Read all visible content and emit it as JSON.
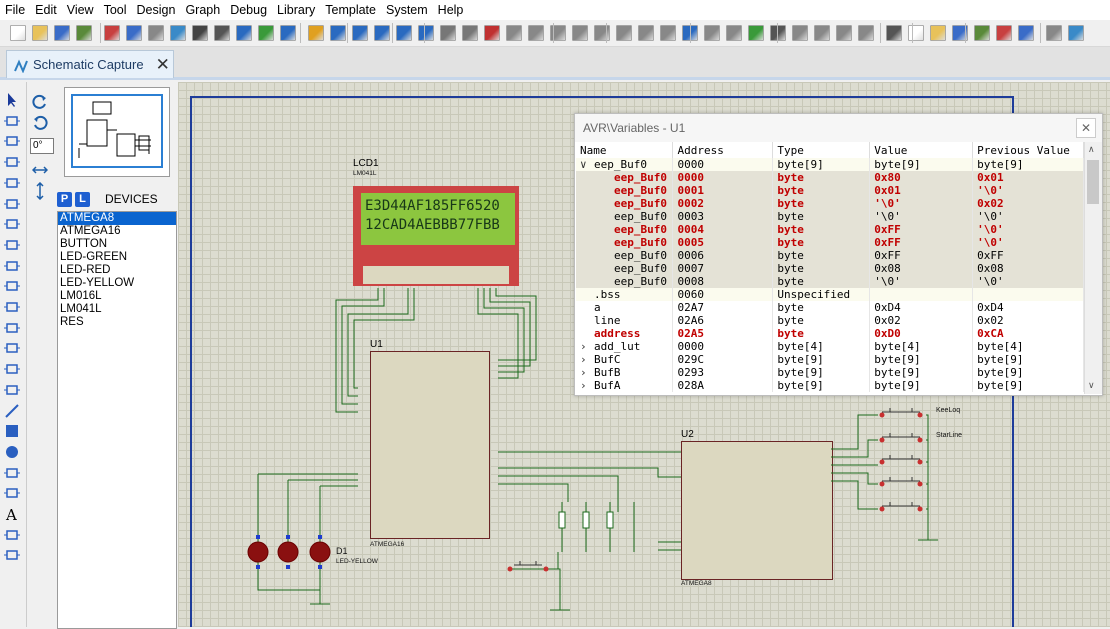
{
  "menu": [
    "File",
    "Edit",
    "View",
    "Tool",
    "Design",
    "Graph",
    "Debug",
    "Library",
    "Template",
    "System",
    "Help"
  ],
  "tab": {
    "label": "Schematic Capture",
    "close": "✕"
  },
  "panel": {
    "angle": "0°",
    "devices_title": "DEVICES",
    "pick_p": "P",
    "pick_l": "L",
    "devices": [
      "ATMEGA8",
      "ATMEGA16",
      "BUTTON",
      "LED-GREEN",
      "LED-RED",
      "LED-YELLOW",
      "LM016L",
      "LM041L",
      "RES"
    ],
    "selected_index": 0
  },
  "schematic": {
    "lcd_ref": "LCD1",
    "lcd_part": "LM041L",
    "lcd_line1": "E3D44AF185FF6520",
    "lcd_line2": "12CAD4AEBBB77FBB",
    "u1_ref": "U1",
    "u1_part": "ATMEGA16",
    "u2_ref": "U2",
    "u2_part": "ATMEGA8",
    "keelog": "KeeLoq",
    "starline": "StarLine",
    "d_label": "D1",
    "d_part": "LED-YELLOW"
  },
  "variables": {
    "title": "AVR\\Variables - U1",
    "close": "✕",
    "columns": [
      "Name",
      "Address",
      "Type",
      "Value",
      "Previous Value"
    ],
    "rows": [
      {
        "exp": "∨",
        "name": "eep_Buf0",
        "addr": "0000",
        "type": "byte[9]",
        "value": "byte[9]",
        "prev": "byte[9]",
        "style": "top",
        "indent": 0
      },
      {
        "exp": "",
        "name": "eep_Buf0",
        "addr": "0000",
        "type": "byte",
        "value": "0x80",
        "prev": "0x01",
        "style": "sub chg",
        "indent": 1
      },
      {
        "exp": "",
        "name": "eep_Buf0",
        "addr": "0001",
        "type": "byte",
        "value": "0x01",
        "prev": "'\\0'",
        "style": "sub chg",
        "indent": 1
      },
      {
        "exp": "",
        "name": "eep_Buf0",
        "addr": "0002",
        "type": "byte",
        "value": "'\\0'",
        "prev": "0x02",
        "style": "sub chg",
        "indent": 1
      },
      {
        "exp": "",
        "name": "eep_Buf0",
        "addr": "0003",
        "type": "byte",
        "value": "'\\0'",
        "prev": "'\\0'",
        "style": "sub",
        "indent": 1
      },
      {
        "exp": "",
        "name": "eep_Buf0",
        "addr": "0004",
        "type": "byte",
        "value": "0xFF",
        "prev": "'\\0'",
        "style": "sub chg",
        "indent": 1
      },
      {
        "exp": "",
        "name": "eep_Buf0",
        "addr": "0005",
        "type": "byte",
        "value": "0xFF",
        "prev": "'\\0'",
        "style": "sub chg",
        "indent": 1
      },
      {
        "exp": "",
        "name": "eep_Buf0",
        "addr": "0006",
        "type": "byte",
        "value": "0xFF",
        "prev": "0xFF",
        "style": "sub",
        "indent": 1
      },
      {
        "exp": "",
        "name": "eep_Buf0",
        "addr": "0007",
        "type": "byte",
        "value": "0x08",
        "prev": "0x08",
        "style": "sub",
        "indent": 1
      },
      {
        "exp": "",
        "name": "eep_Buf0",
        "addr": "0008",
        "type": "byte",
        "value": "'\\0'",
        "prev": "'\\0'",
        "style": "sub",
        "indent": 1
      },
      {
        "exp": "",
        "name": ".bss",
        "addr": "0060",
        "type": "Unspecified",
        "value": "",
        "prev": "",
        "style": "top",
        "indent": 0
      },
      {
        "exp": "",
        "name": "a",
        "addr": "02A7",
        "type": "byte",
        "value": "0xD4",
        "prev": "0xD4",
        "style": "",
        "indent": 0
      },
      {
        "exp": "",
        "name": "line",
        "addr": "02A6",
        "type": "byte",
        "value": "0x02",
        "prev": "0x02",
        "style": "",
        "indent": 0
      },
      {
        "exp": "",
        "name": "address",
        "addr": "02A5",
        "type": "byte",
        "value": "0xD0",
        "prev": "0xCA",
        "style": "chg",
        "indent": 0
      },
      {
        "exp": "›",
        "name": "add_lut",
        "addr": "0000",
        "type": "byte[4]",
        "value": "byte[4]",
        "prev": "byte[4]",
        "style": "",
        "indent": 0
      },
      {
        "exp": "›",
        "name": "BufC",
        "addr": "029C",
        "type": "byte[9]",
        "value": "byte[9]",
        "prev": "byte[9]",
        "style": "",
        "indent": 0
      },
      {
        "exp": "›",
        "name": "BufB",
        "addr": "0293",
        "type": "byte[9]",
        "value": "byte[9]",
        "prev": "byte[9]",
        "style": "",
        "indent": 0
      },
      {
        "exp": "›",
        "name": "BufA",
        "addr": "028A",
        "type": "byte[9]",
        "value": "byte[9]",
        "prev": "byte[9]",
        "style": "",
        "indent": 0
      }
    ]
  },
  "colors": {
    "accent": "#0a64cf",
    "changed": "#c00000",
    "sheet_border": "#1e3c9a",
    "lcd_glass": "#8cc63f"
  }
}
